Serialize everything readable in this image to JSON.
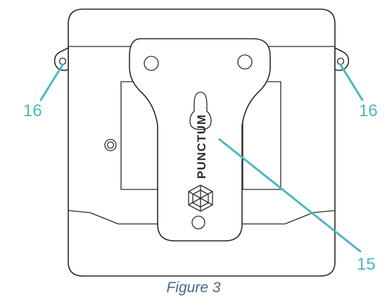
{
  "figure": {
    "caption": "Figure 3",
    "brand_text": "PUNCTUM",
    "callouts": {
      "left": "16",
      "right": "16",
      "plate": "15"
    },
    "colors": {
      "callout": "#4bb8bf",
      "outline": "#2b2b2b",
      "caption": "#4a6a86"
    }
  }
}
